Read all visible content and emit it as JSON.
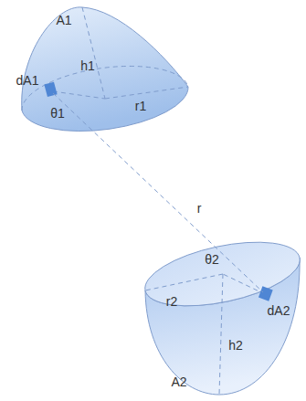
{
  "diagram": {
    "labels": [
      "A1",
      "h1",
      "dA1",
      "θ1",
      "r1",
      "r",
      "θ2",
      "dA2",
      "r2",
      "h2",
      "A2"
    ]
  }
}
